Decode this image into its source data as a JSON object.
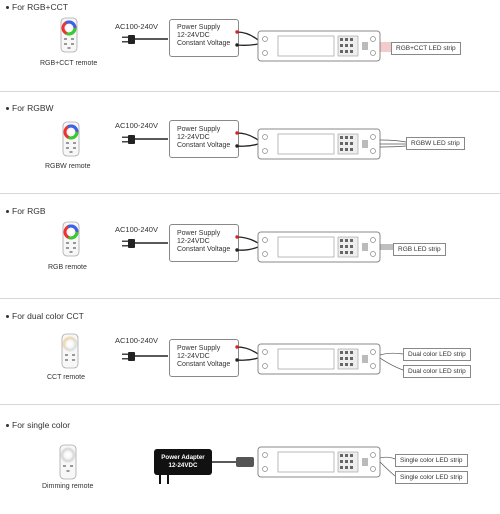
{
  "sections": [
    {
      "title": "For RGB+CCT",
      "remote_label": "RGB+CCT remote",
      "input": "AC100-240V",
      "psu": [
        "Power Supply",
        "12-24VDC",
        "Constant Voltage"
      ],
      "strips": [
        "RGB+CCT LED strip"
      ]
    },
    {
      "title": "For RGBW",
      "remote_label": "RGBW remote",
      "input": "AC100-240V",
      "psu": [
        "Power Supply",
        "12-24VDC",
        "Constant Voltage"
      ],
      "strips": [
        "RGBW LED strip"
      ]
    },
    {
      "title": "For RGB",
      "remote_label": "RGB remote",
      "input": "AC100-240V",
      "psu": [
        "Power Supply",
        "12-24VDC",
        "Constant Voltage"
      ],
      "strips": [
        "RGB LED strip"
      ]
    },
    {
      "title": "For dual color CCT",
      "remote_label": "CCT remote",
      "input": "AC100-240V",
      "psu": [
        "Power Supply",
        "12-24VDC",
        "Constant Voltage"
      ],
      "strips": [
        "Dual color LED strip",
        "Dual color LED strip"
      ]
    },
    {
      "title": "For single color",
      "remote_label": "Dimming remote",
      "adapter": [
        "Power Adapter",
        "12-24VDC"
      ],
      "strips": [
        "Single color LED strip",
        "Single color LED strip"
      ]
    }
  ],
  "colors": {
    "wire": "#222222",
    "outline": "#888888",
    "adapter": "#111111",
    "separator": "#d8d8d8"
  },
  "icons": [
    "rgb-remote-icon",
    "white-remote-icon",
    "power-plug-icon",
    "controller-icon"
  ]
}
